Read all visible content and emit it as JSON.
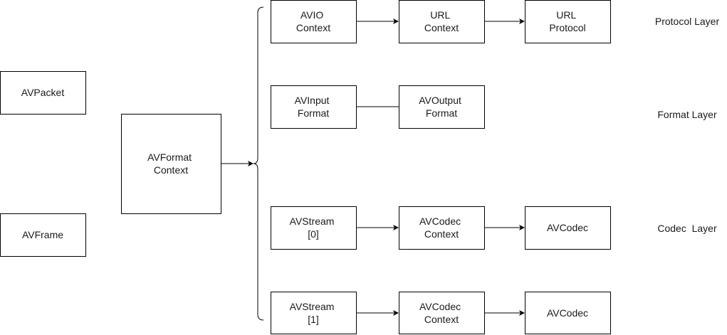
{
  "diagram": {
    "nodes": {
      "avpacket": [
        "AVPacket"
      ],
      "avframe": [
        "AVFrame"
      ],
      "avformat_context": [
        "AVFormat",
        "Context"
      ],
      "avio_context": [
        "AVIO",
        "Context"
      ],
      "url_context": [
        "URL",
        "Context"
      ],
      "url_protocol": [
        "URL",
        "Protocol"
      ],
      "avinput_format": [
        "AVInput",
        "Format"
      ],
      "avoutput_format": [
        "AVOutput",
        "Format"
      ],
      "avstream_0": [
        "AVStream",
        "[0]"
      ],
      "avcodec_context_0": [
        "AVCodec",
        "Context"
      ],
      "avcodec_0": [
        "AVCodec"
      ],
      "avstream_1": [
        "AVStream",
        "[1]"
      ],
      "avcodec_context_1": [
        "AVCodec",
        "Context"
      ],
      "avcodec_1": [
        "AVCodec"
      ]
    },
    "layers": {
      "protocol": "Protocol Layer",
      "format": "Format Layer",
      "codec": "Codec  Layer"
    },
    "edges": [
      {
        "from": "avformat_context",
        "to": "brace",
        "arrow": true
      },
      {
        "from": "avio_context",
        "to": "url_context",
        "arrow": true
      },
      {
        "from": "url_context",
        "to": "url_protocol",
        "arrow": true
      },
      {
        "from": "avinput_format",
        "to": "avoutput_format",
        "arrow": false
      },
      {
        "from": "avstream_0",
        "to": "avcodec_context_0",
        "arrow": true
      },
      {
        "from": "avcodec_context_0",
        "to": "avcodec_0",
        "arrow": true
      },
      {
        "from": "avstream_1",
        "to": "avcodec_context_1",
        "arrow": true
      },
      {
        "from": "avcodec_context_1",
        "to": "avcodec_1",
        "arrow": true
      }
    ]
  }
}
